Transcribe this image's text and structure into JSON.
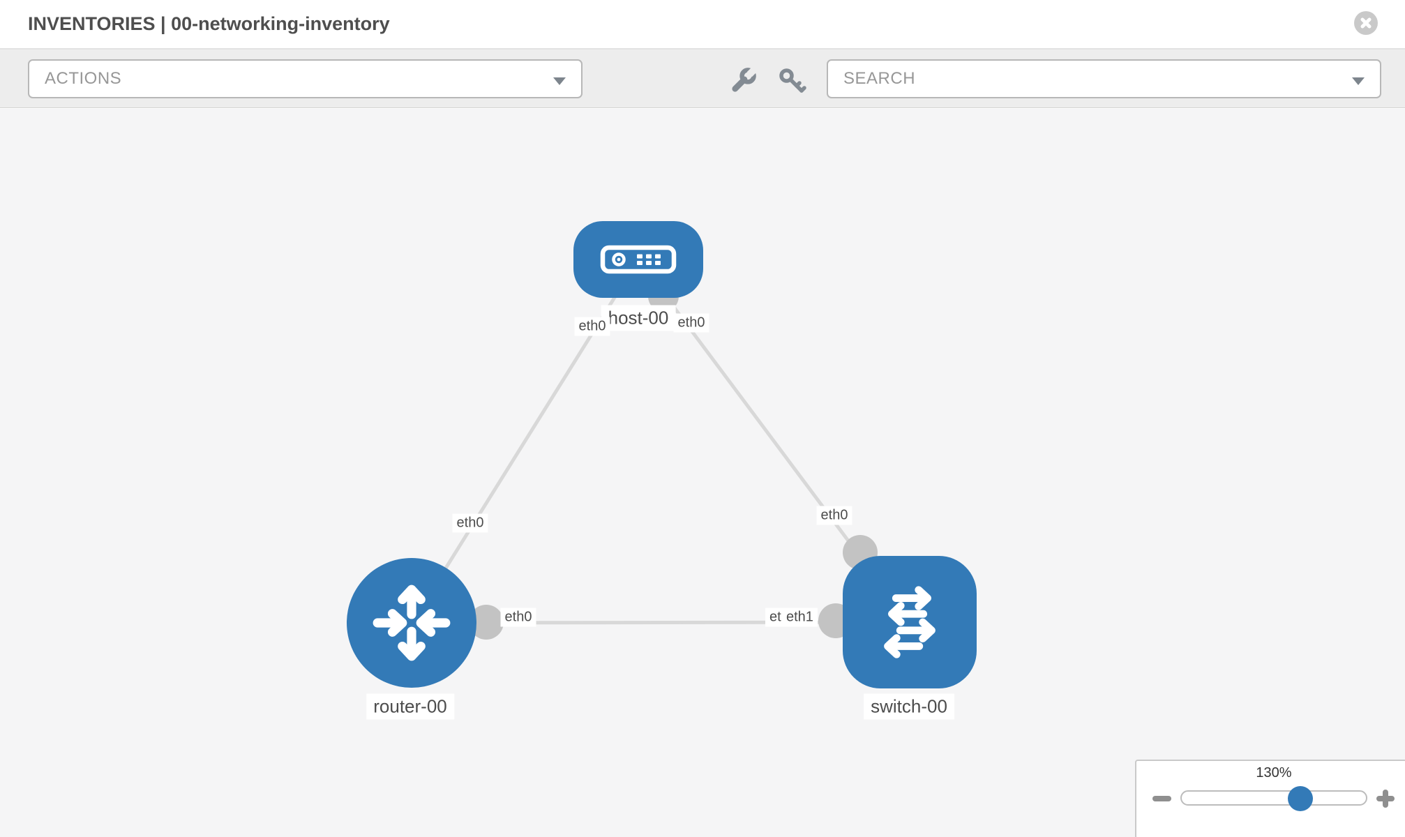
{
  "header": {
    "title": "INVENTORIES | 00-networking-inventory"
  },
  "toolbar": {
    "actions_label": "ACTIONS",
    "search_label": "SEARCH"
  },
  "icons": {
    "close": "close-icon",
    "wrench": "wrench-icon",
    "key": "key-icon",
    "caret": "chevron-down-icon"
  },
  "colors": {
    "node_blue": "#337ab7",
    "edge_gray": "#d8d8d8",
    "port_gray": "#c3c3c3",
    "canvas_bg": "#f5f5f6"
  },
  "topology": {
    "nodes": [
      {
        "id": "host-00",
        "label": "host-00",
        "type": "host"
      },
      {
        "id": "router-00",
        "label": "router-00",
        "type": "router"
      },
      {
        "id": "switch-00",
        "label": "switch-00",
        "type": "switch"
      }
    ],
    "links": [
      {
        "from": "host-00",
        "to": "router-00",
        "from_interface": "eth0",
        "to_interface": "eth0"
      },
      {
        "from": "host-00",
        "to": "switch-00",
        "from_interface": "eth0",
        "to_interface": "eth0"
      },
      {
        "from": "router-00",
        "to": "switch-00",
        "from_interface": "eth0",
        "to_interface": "eth1",
        "to_interface_overlapped": "eth0"
      }
    ]
  },
  "zoom_panel": {
    "level": "130%",
    "minus": "−",
    "plus": "+"
  }
}
